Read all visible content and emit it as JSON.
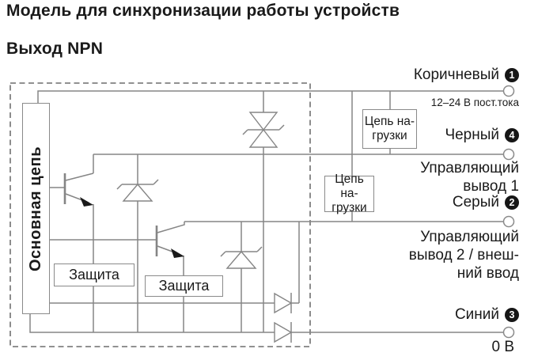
{
  "title": "Модель для синхронизации работы устройств",
  "subtitle": "Выход NPN",
  "blocks": {
    "main_circuit": "Основная цепь",
    "protection_1": "Защита",
    "protection_2": "Защита",
    "load_1": {
      "line1": "Цепь на-",
      "line2": "грузки"
    },
    "load_2": {
      "line1": "Цепь на-",
      "line2": "грузки"
    }
  },
  "terminals": {
    "brown": {
      "label": "Коричневый",
      "number": "1",
      "note": "12–24 В пост.тока"
    },
    "black": {
      "label": "Черный",
      "number": "4",
      "note_line1": "Управляющий",
      "note_line2": "вывод 1"
    },
    "gray": {
      "label": "Серый",
      "number": "2",
      "note_line1": "Управляющий",
      "note_line2": "вывод 2 / внеш-",
      "note_line3": "ний ввод"
    },
    "blue": {
      "label": "Синий",
      "number": "3",
      "note": "0 В"
    }
  },
  "colors": {
    "line": "#858585",
    "dashed_border": "#4f4f4f",
    "text": "#1a1a1a",
    "badge": "#161616"
  }
}
